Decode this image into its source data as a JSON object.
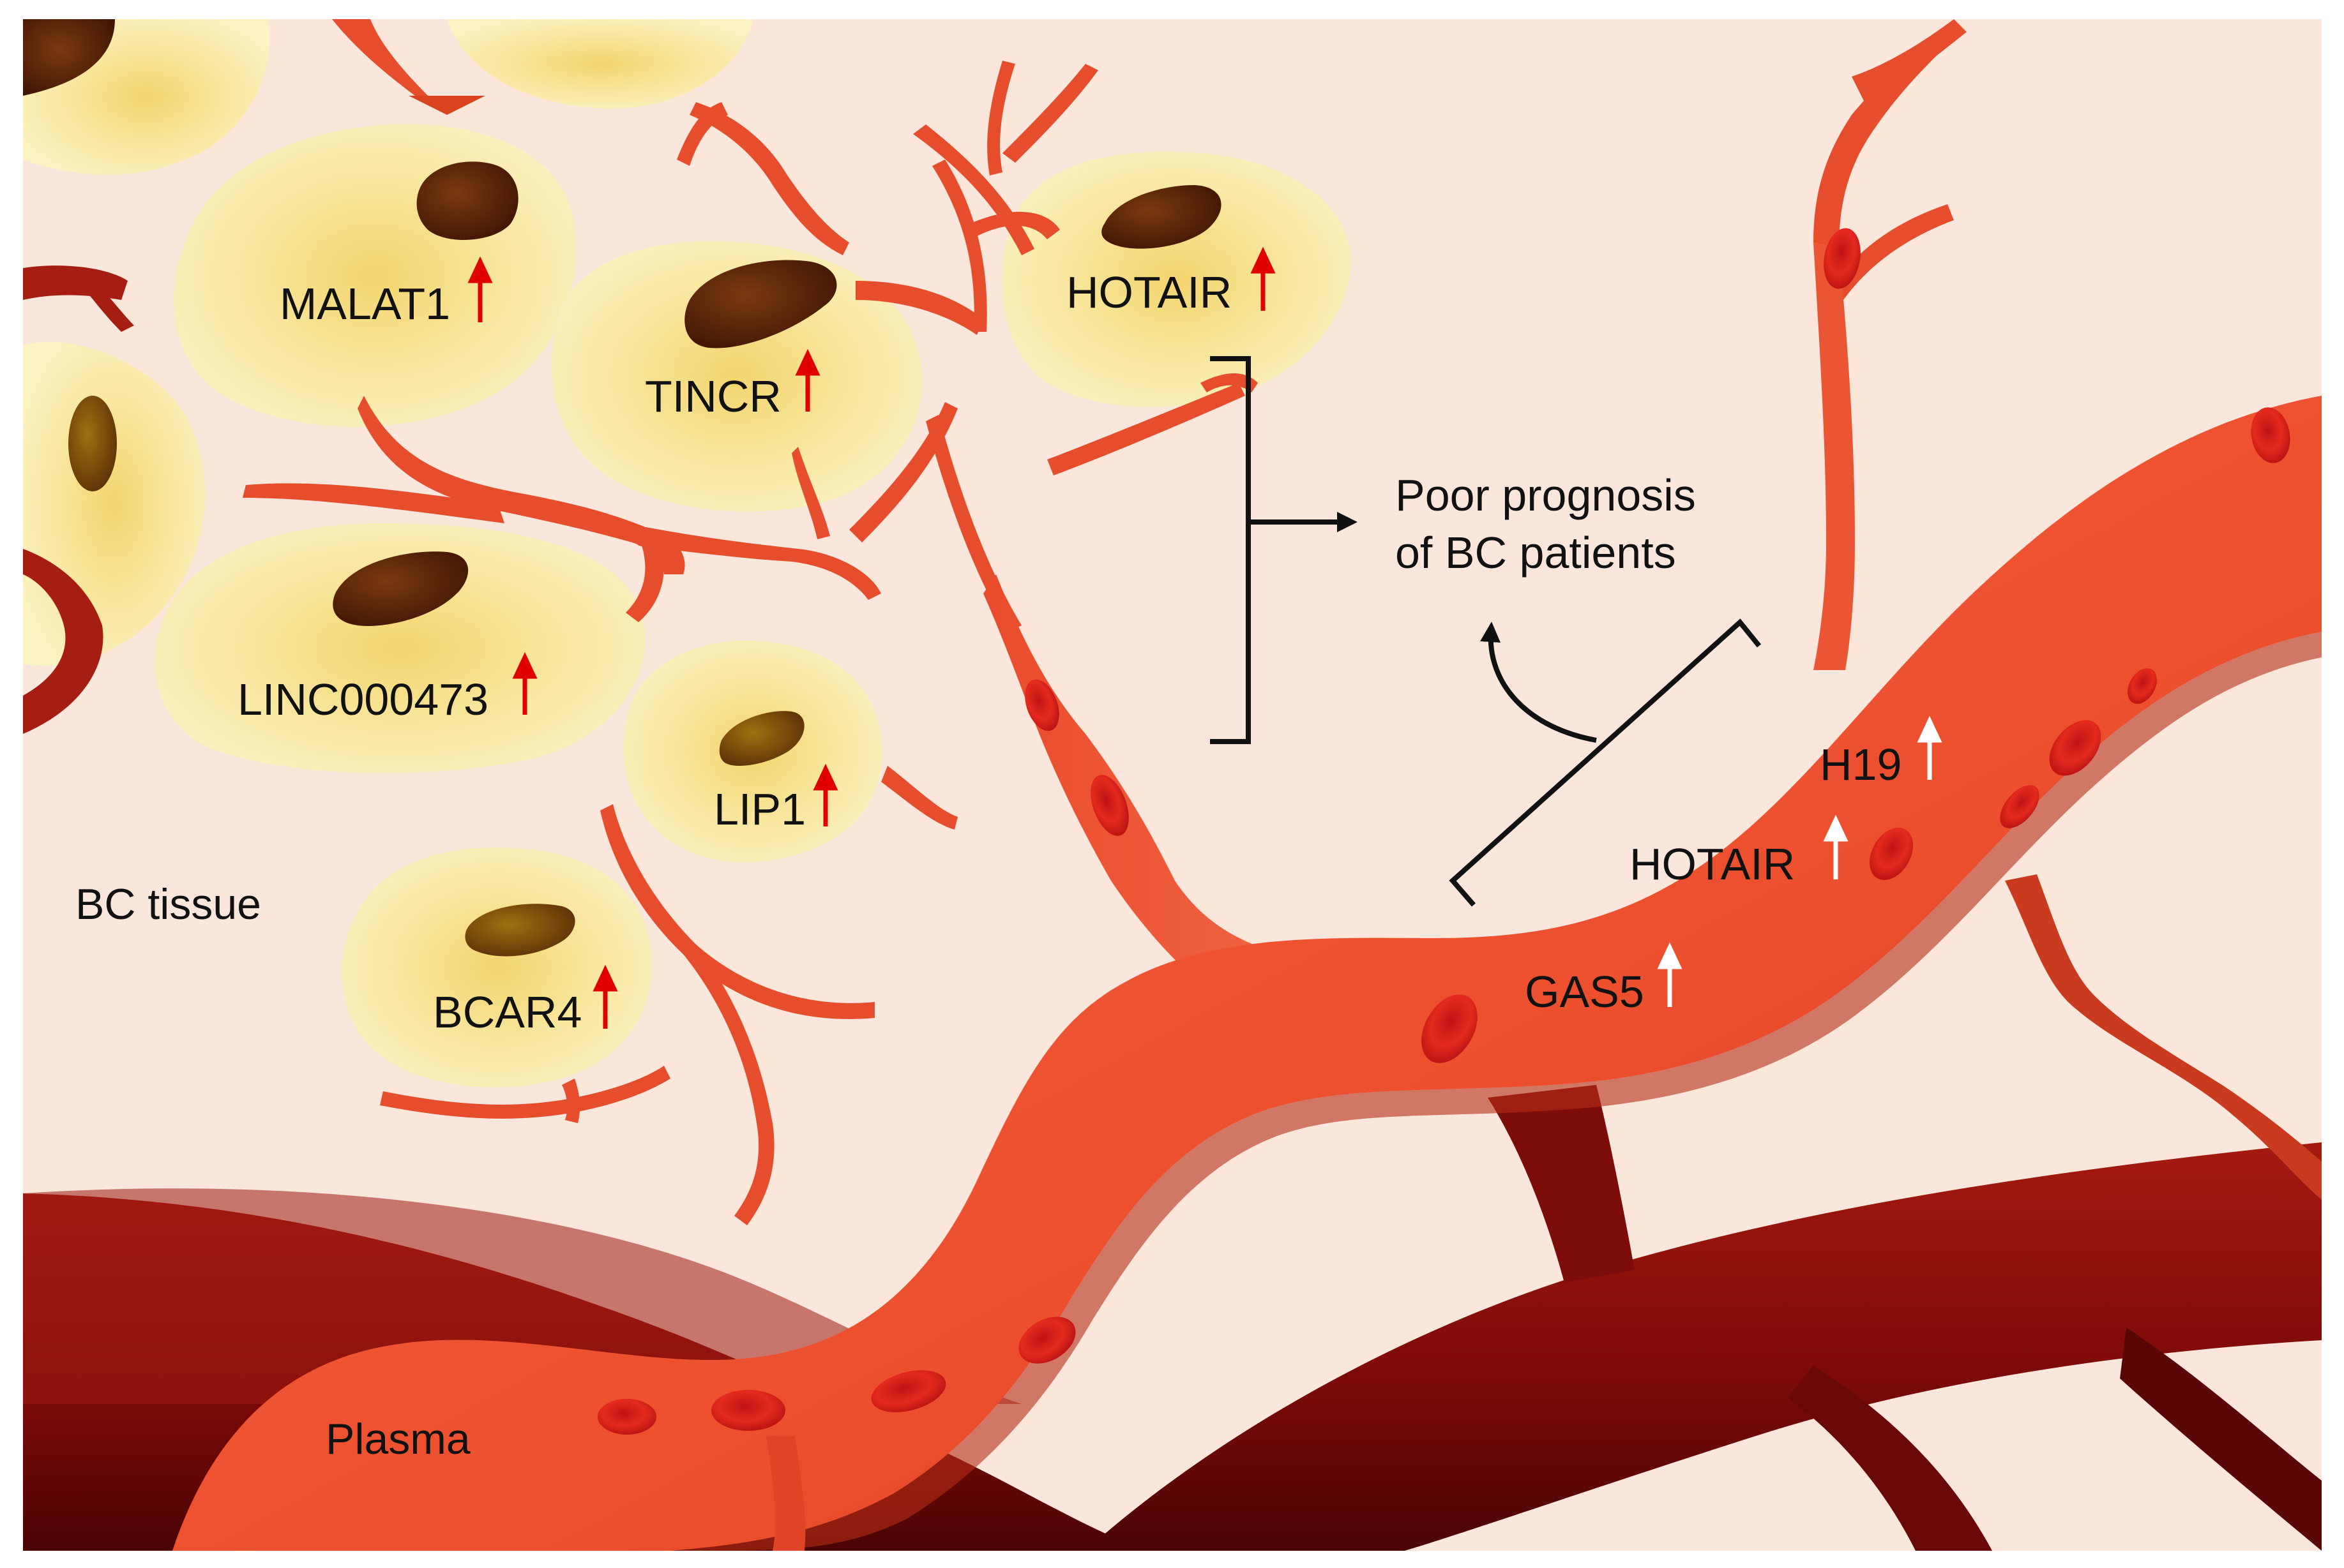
{
  "regions": {
    "tissue": "BC tissue",
    "plasma": "Plasma"
  },
  "outcome": "Poor prognosis of BC patients",
  "outcome_lines": [
    "Poor prognosis",
    "of BC patients"
  ],
  "tissue_lncrnas": [
    {
      "name": "MALAT1",
      "direction": "up"
    },
    {
      "name": "TINCR",
      "direction": "up"
    },
    {
      "name": "HOTAIR",
      "direction": "up"
    },
    {
      "name": "LINC000473",
      "direction": "up"
    },
    {
      "name": "LIP1",
      "direction": "up"
    },
    {
      "name": "BCAR4",
      "direction": "up"
    }
  ],
  "plasma_lncrnas": [
    {
      "name": "H19",
      "direction": "up"
    },
    {
      "name": "HOTAIR",
      "direction": "up"
    },
    {
      "name": "GAS5",
      "direction": "up"
    }
  ],
  "colors": {
    "background": "#fbe6db",
    "cell": "#fbf0b0",
    "nucleus": "#7a4a14",
    "vessel_bright": "#f05a3a",
    "vessel_dark": "#8c0f0f",
    "blood_cell": "#d81f1f",
    "tissue_arrow": "#e00000",
    "plasma_arrow": "#ffffff"
  }
}
